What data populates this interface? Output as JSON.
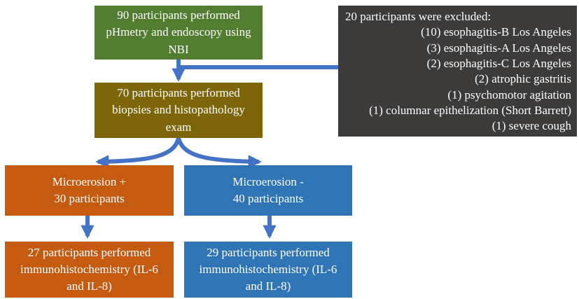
{
  "colors": {
    "green": "#527c30",
    "olive": "#7d660a",
    "orange": "#c55a11",
    "blue": "#2f74b5",
    "gray": "#3d3a3a",
    "arrow": "#4472c4"
  },
  "flowchart": {
    "screened": {
      "lines": [
        "90 participants performed",
        "pHmetry and endoscopy using",
        "NBI"
      ]
    },
    "excluded": {
      "title": "20 participants were excluded:",
      "items": [
        "(10) esophagitis-B Los Angeles",
        "(3) esophagitis-A Los Angeles",
        "(2) esophagitis-C Los Angeles",
        "(2) atrophic gastritis",
        "(1) psychomotor agitation",
        "(1) columnar epithelization (Short Barrett)",
        "(1) severe cough"
      ]
    },
    "biopsies": {
      "lines": [
        "70 participants performed",
        "biopsies and histopathology",
        "exam"
      ]
    },
    "microerosion_positive": {
      "lines": [
        "Microerosion +",
        "30 participants"
      ]
    },
    "microerosion_negative": {
      "lines": [
        "Microerosion -",
        "40 participants"
      ]
    },
    "ihc_positive": {
      "lines": [
        "27 participants performed",
        "immunohistochemistry (IL-6",
        "and IL-8)"
      ]
    },
    "ihc_negative": {
      "lines": [
        "29 participants performed",
        "immunohistochemistry (IL-6",
        "and IL-8)"
      ]
    }
  }
}
